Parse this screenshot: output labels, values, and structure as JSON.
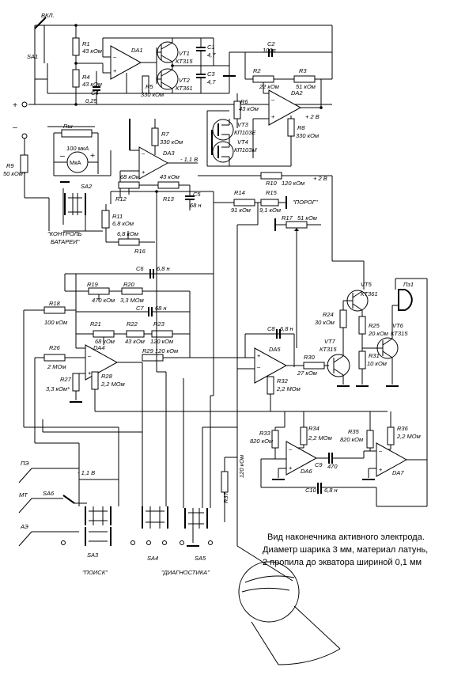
{
  "labels": {
    "vkl": "ВКЛ.",
    "sa1": "SA1",
    "plus": "+",
    "minus": "–",
    "r9": "R9",
    "r9v": "50 кОм*",
    "rsh": "Rш",
    "meter": "МкА",
    "meter_v": "100 мкА",
    "sa2": "SA2",
    "r11": "R11",
    "r11v": "6,8 кОм",
    "kontrol": "\"КОНТРОЛЬ",
    "batarei": "БАТАРЕИ\"",
    "r16": "R16",
    "r16v": "6,8 кОм",
    "r1": "R1",
    "r1v": "43 кОм",
    "r4": "R4",
    "r4v": "43 кОм",
    "c4": "C4",
    "c4v": "0,25",
    "r5": "R5",
    "r5v": "330 кОм",
    "da1": "DA1",
    "vt1": "VT1",
    "vt1v": "КТ315",
    "vt2": "VT2",
    "vt2v": "КТ361",
    "c1": "C1",
    "c1v": "4,7",
    "c3": "C3",
    "c3v": "4,7",
    "c2": "C2",
    "c2v": "100п",
    "r2": "R2",
    "r2v": "22 кОм",
    "r3": "R3",
    "r3v": "51 кОм",
    "da2": "DA2",
    "plus2v": "+ 2 В",
    "r6": "R6",
    "r6v": "43 кОм",
    "r8": "R8",
    "r8v": "330 кОм",
    "vt3": "VT3",
    "vt3v": "КП103Е",
    "vt4": "VT4",
    "vt4v": "КП103М",
    "r7": "R7",
    "r7v": "330 кОм",
    "da3": "DA3",
    "minus11": "- 1,1 В",
    "r12": "R12",
    "r12v": "68 кОм",
    "r13": "R13",
    "r13v": "43 кОм",
    "c5": "C5",
    "c5v": "68 н",
    "r10": "R10",
    "r10v": "120 кОм",
    "r14": "R14",
    "r14v": "91 кОм",
    "r15": "R15",
    "r15v": "9,1 кОм",
    "porog": "\"ПОРОГ\"",
    "r17": "R17",
    "r17v": "51 кОм",
    "c6": "C6",
    "c6v": "6,8 н",
    "r19": "R19",
    "r19v": "470 кОм",
    "r20": "R20",
    "r20v": "3,3 МОм",
    "c7": "C7",
    "c7v": "68 н",
    "r18": "R18",
    "r18v": "100 кОм",
    "r21": "R21",
    "r21v": "68 кОм",
    "r22": "R22",
    "r22v": "43 кОм",
    "r23": "R23",
    "r23v": "120 кОм",
    "r26": "R26",
    "r26v": "2 МОм",
    "da4": "DA4",
    "r29": "R29",
    "r29v": "120 кОм",
    "r27": "R27",
    "r27v": "3,3 кОм*",
    "r28": "R28",
    "r28v": "2,2 МОм",
    "c8": "C8",
    "c8v": "6,8 н",
    "da5": "DA5",
    "r30": "R30",
    "r30v": "27 кОм",
    "r32": "R32",
    "r32v": "2,2 МОм",
    "vt5": "VT5",
    "vt5v": "КТ361",
    "ps1": "Пз1",
    "r24": "R24",
    "r24v": "30 кОм",
    "r25": "R25",
    "r25v": "20 кОм",
    "vt6": "VT6",
    "vt6v": "КТ315",
    "vt7": "VT7",
    "vt7v": "КТ315",
    "r31": "R31",
    "r31v": "10 кОм",
    "r33": "R33",
    "r33v": "820 кОм",
    "r34": "R34",
    "r34v": "2,2 МОм",
    "r35": "R35",
    "r35v": "820 кОм",
    "r36": "R36",
    "r36v": "2,2 МОм",
    "da6": "DA6",
    "c9": "C9",
    "c9v": "470",
    "da7": "DA7",
    "c10": "C10",
    "c10v": "6,8 н",
    "pe": "ПЭ",
    "mt": "МТ",
    "ae": "АЭ",
    "sa6": "SA6",
    "minus11b": "- 1,1 В",
    "sa3": "SA3",
    "poisk": "\"ПОИСК\"",
    "sa4": "SA4",
    "sa5": "SA5",
    "diag": "\"ДИАГНОСТИКА\"",
    "r37": "R37",
    "r37v": "120 кОм",
    "note1": "Вид наконечника активного электрода.",
    "note2": "Диаметр шарика 3 мм, материал латунь,",
    "note3": "2  пропила до экватора шириной  0,1 мм"
  }
}
